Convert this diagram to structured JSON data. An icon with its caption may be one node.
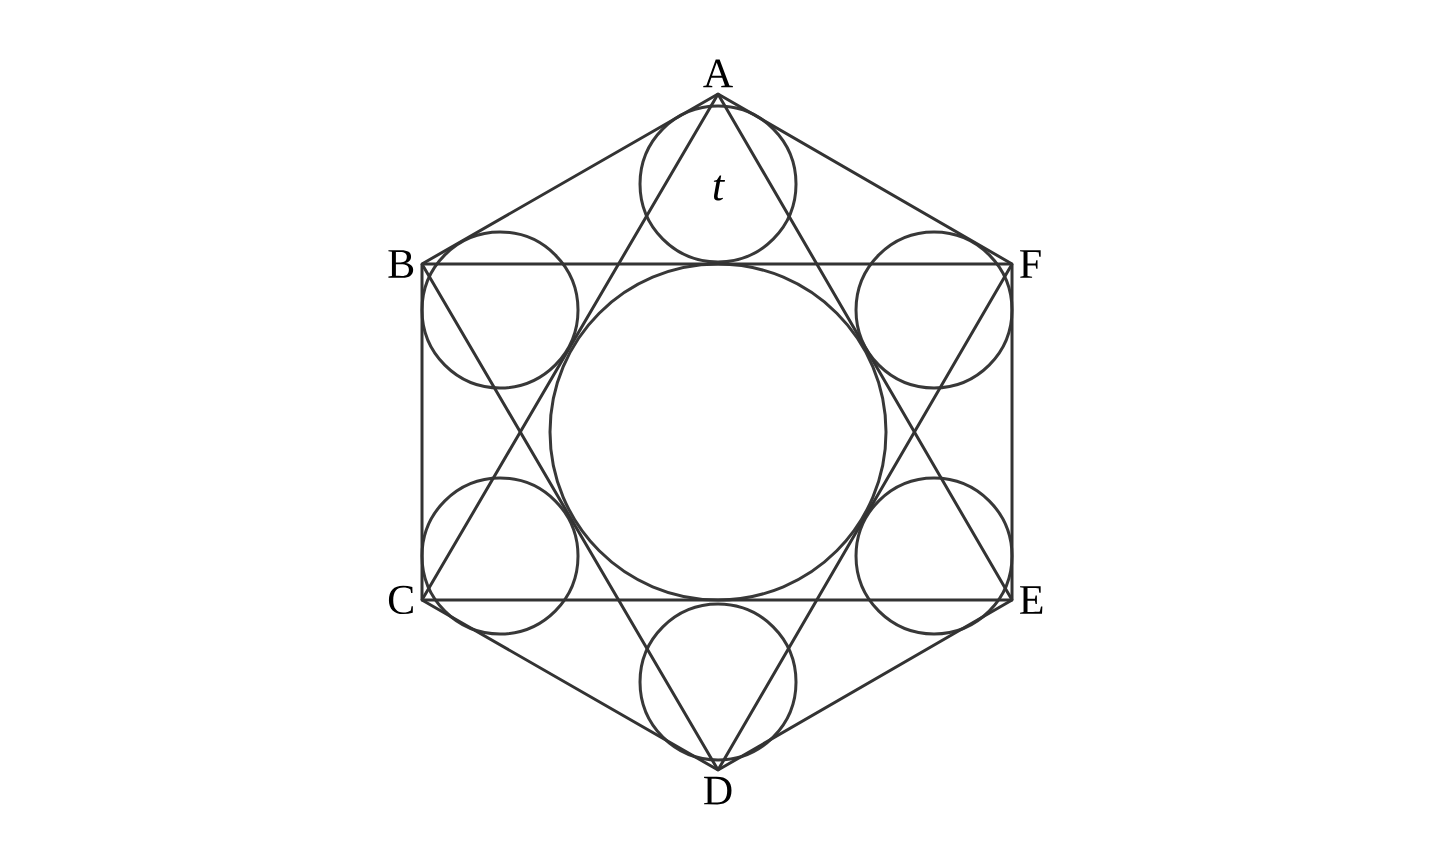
{
  "diagram": {
    "nodes": [
      {
        "text": [
          "A"
        ]
      },
      {
        "text": [
          "B"
        ]
      },
      {
        "text": [
          "F"
        ]
      },
      {
        "text": [
          "C"
        ]
      },
      {
        "text": [
          "E"
        ]
      },
      {
        "text": [
          "D"
        ]
      }
    ],
    "edges": [
      {
        "from": 0,
        "to": 1,
        "arrow": "none"
      },
      {
        "from": 1,
        "to": 3,
        "arrow": "none"
      },
      {
        "from": 3,
        "to": 5,
        "arrow": "none"
      },
      {
        "from": 5,
        "to": 4,
        "arrow": "none"
      },
      {
        "from": 4,
        "to": 2,
        "arrow": "none"
      },
      {
        "from": 2,
        "to": 0,
        "arrow": "none"
      },
      {
        "from": 0,
        "to": 3,
        "arrow": "none"
      },
      {
        "from": 3,
        "to": 4,
        "arrow": "none"
      },
      {
        "from": 4,
        "to": 0,
        "arrow": "none"
      },
      {
        "from": 1,
        "to": 5,
        "arrow": "none"
      },
      {
        "from": 5,
        "to": 2,
        "arrow": "none"
      },
      {
        "from": 2,
        "to": 1,
        "arrow": "none"
      }
    ],
    "labels": [
      "t"
    ]
  }
}
